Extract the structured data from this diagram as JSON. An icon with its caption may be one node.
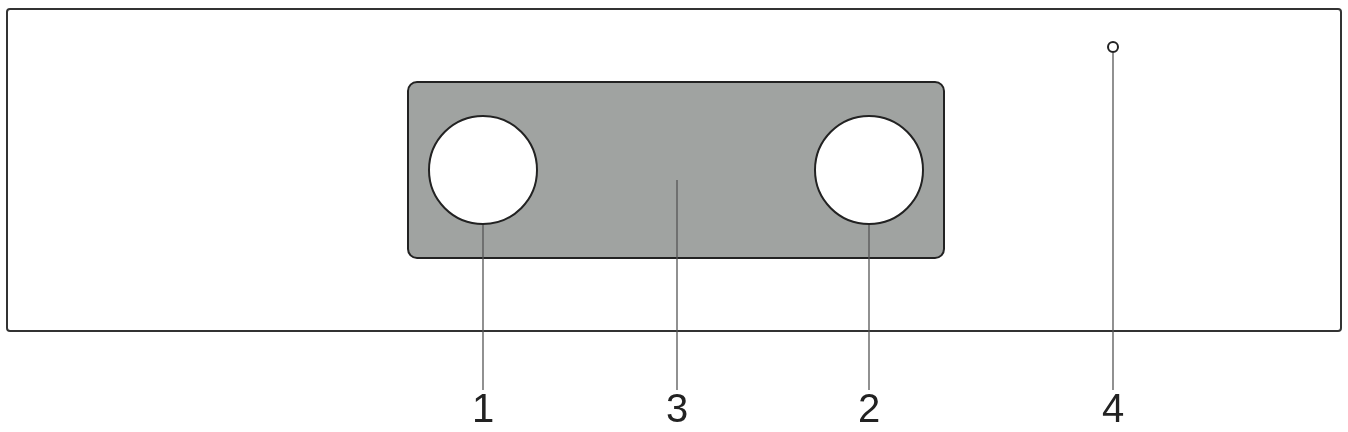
{
  "diagram": {
    "nodes": [
      {
        "text": [],
        "shape": "box"
      },
      {
        "text": [],
        "shape": "box",
        "in": 0
      },
      {
        "text": [],
        "shape": "circle",
        "in": 1
      },
      {
        "text": [],
        "shape": "circle",
        "in": 1
      },
      {
        "text": [],
        "shape": "circle",
        "in": 0
      },
      {
        "text": [
          "1"
        ]
      },
      {
        "text": [
          "3"
        ]
      },
      {
        "text": [
          "2"
        ]
      },
      {
        "text": [
          "4"
        ]
      }
    ],
    "edges": [
      {
        "from": 5,
        "to": 2,
        "arrow": "none"
      },
      {
        "from": 6,
        "to": 1,
        "arrow": "none"
      },
      {
        "from": 7,
        "to": 3,
        "arrow": "none"
      },
      {
        "from": 8,
        "to": 4,
        "arrow": "none"
      }
    ]
  }
}
